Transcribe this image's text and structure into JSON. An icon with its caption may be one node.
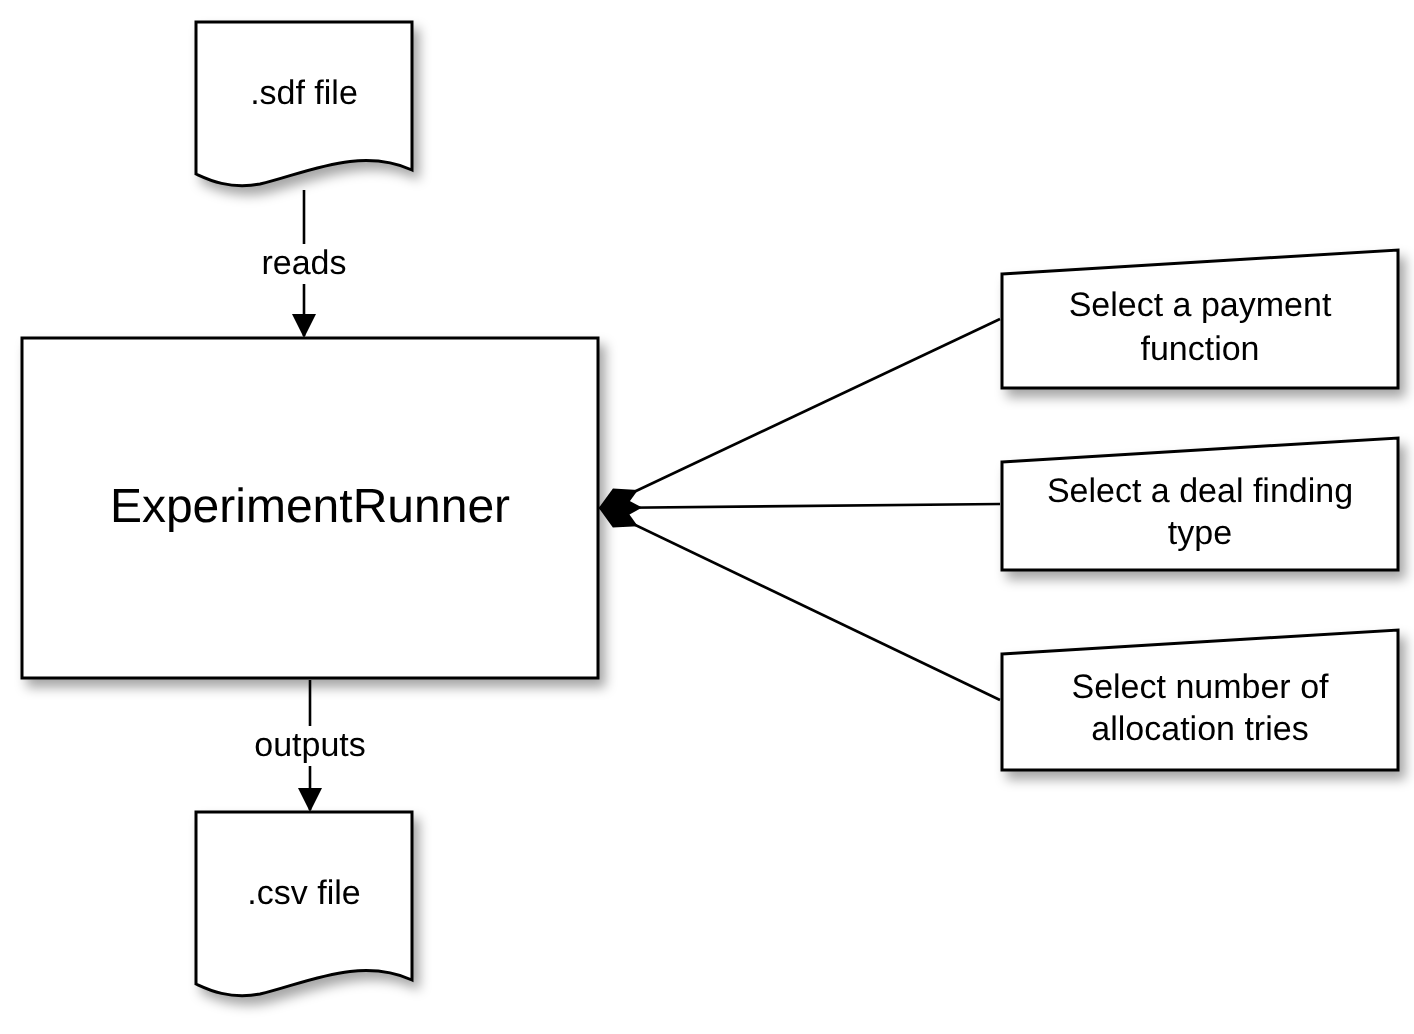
{
  "diagram": {
    "nodes": [
      {
        "text": [
          ".sdf file"
        ]
      },
      {
        "text": [
          "ExperimentRunner"
        ]
      },
      {
        "text": [
          ".csv file"
        ]
      },
      {
        "text": [
          "Select a payment function"
        ]
      },
      {
        "text": [
          "Select a deal finding type"
        ]
      },
      {
        "text": [
          "Select number of allocation tries"
        ]
      }
    ],
    "edges": [
      {
        "from": 0,
        "to": 1,
        "label": "reads",
        "arrow": "to"
      },
      {
        "from": 1,
        "to": 2,
        "label": "outputs",
        "arrow": "to"
      },
      {
        "from": 3,
        "to": 1,
        "arrow": "other"
      },
      {
        "from": 4,
        "to": 1,
        "arrow": "other"
      },
      {
        "from": 5,
        "to": 1,
        "arrow": "other"
      }
    ]
  }
}
